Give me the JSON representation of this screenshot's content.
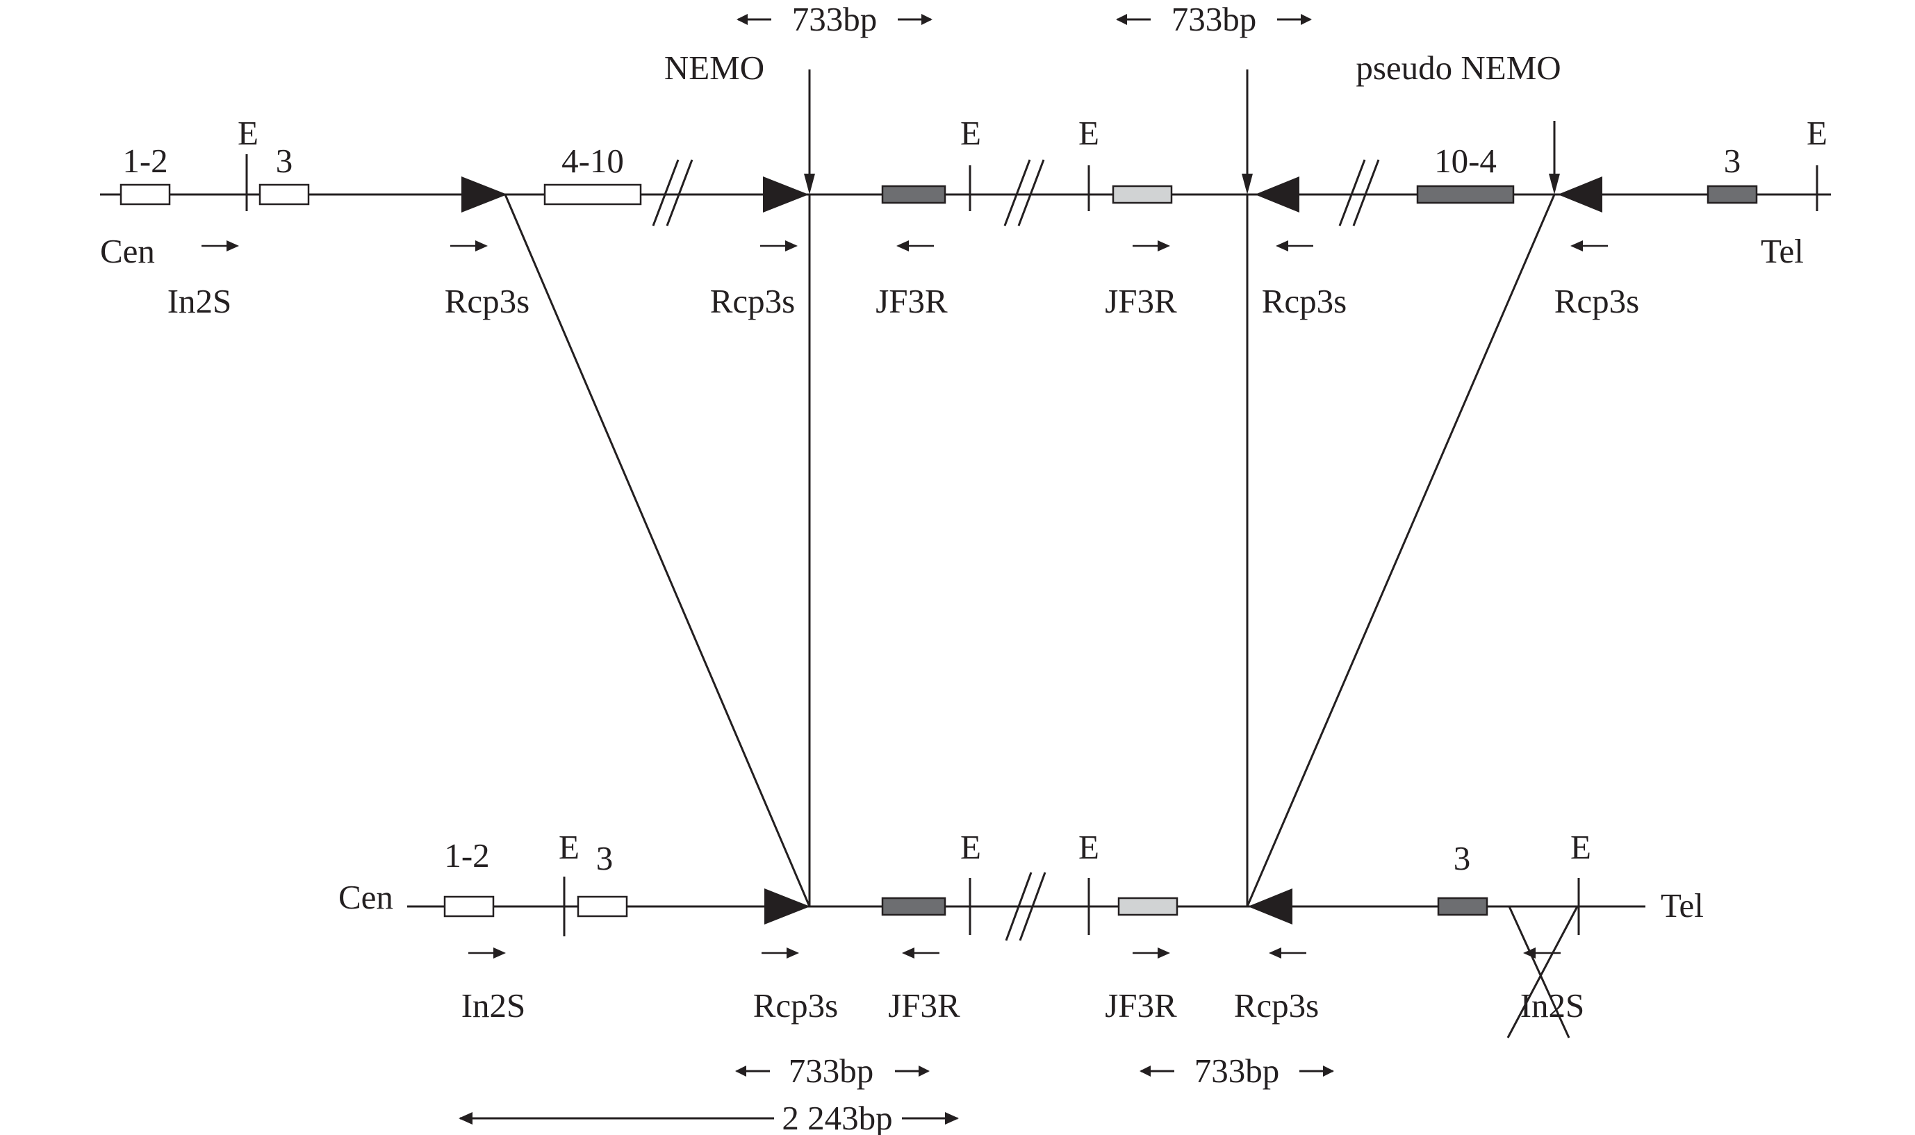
{
  "colors": {
    "line": "#231f20",
    "exon_white": "#ffffff",
    "exon_dark": "#6d6e71",
    "exon_light": "#d1d3d4",
    "background": "#ffffff"
  },
  "top_row": {
    "gene_labels": {
      "nemo": "NEMO",
      "pseudo_nemo": "pseudo NEMO"
    },
    "span_labels": [
      "733bp",
      "733bp"
    ],
    "end_labels": {
      "cen": "Cen",
      "tel": "Tel"
    },
    "exon_labels": [
      "1-2",
      "3",
      "4-10",
      "10-4",
      "3"
    ],
    "site_labels": [
      "E",
      "E",
      "E",
      "E"
    ],
    "primer_labels": [
      "In2S",
      "Rcp3s",
      "Rcp3s",
      "JF3R",
      "JF3R",
      "Rcp3s",
      "Rcp3s"
    ]
  },
  "bottom_row": {
    "end_labels": {
      "cen": "Cen",
      "tel": "Tel"
    },
    "exon_labels": [
      "1-2",
      "3",
      "3"
    ],
    "site_labels": [
      "E",
      "E",
      "E",
      "E"
    ],
    "primer_labels": [
      "In2S",
      "Rcp3s",
      "JF3R",
      "JF3R",
      "Rcp3s",
      "In2S"
    ],
    "span_labels": [
      "733bp",
      "733bp",
      "2 243bp"
    ]
  }
}
